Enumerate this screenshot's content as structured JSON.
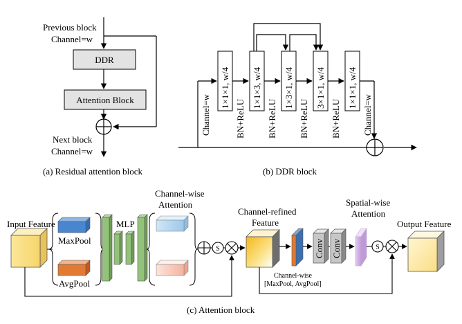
{
  "panel_a": {
    "prev_block": "Previous block",
    "channel_in": "Channel=w",
    "ddr": "DDR",
    "attention_block": "Attention Block",
    "next_block": "Next block",
    "channel_out": "Channel=w",
    "caption": "(a) Residual attention block"
  },
  "panel_b": {
    "channel_in": "Channel=w",
    "conv1": "1×1×1, w/4",
    "conv2": "1×1×3, w/4",
    "conv3": "1×3×1, w/4",
    "conv4": "3×1×1, w/4",
    "conv5": "1×1×1, w/4",
    "bn1": "BN+ReLU",
    "bn2": "BN+ReLU",
    "bn3": "BN+ReLU",
    "bn4": "BN+ReLU",
    "channel_out": "Channel=w",
    "caption": "(b) DDR block"
  },
  "panel_c": {
    "input_feature": "Input Feature",
    "maxpool": "MaxPool",
    "avgpool": "AvgPool",
    "mlp": "MLP",
    "channel_attention_line1": "Channel-wise",
    "channel_attention_line2": "Attention",
    "sigmoid1": "S",
    "channel_refined_line1": "Channel-refined",
    "channel_refined_line2": "Feature",
    "pool_line1": "Channel-wise",
    "pool_line2": "[MaxPool, AvgPool]",
    "conv1": "Conv",
    "conv2": "Conv",
    "spatial_line1": "Spatial-wise",
    "spatial_line2": "Attention",
    "sigmoid2": "S",
    "output_feature": "Output Feature",
    "caption": "(c) Attention block"
  }
}
